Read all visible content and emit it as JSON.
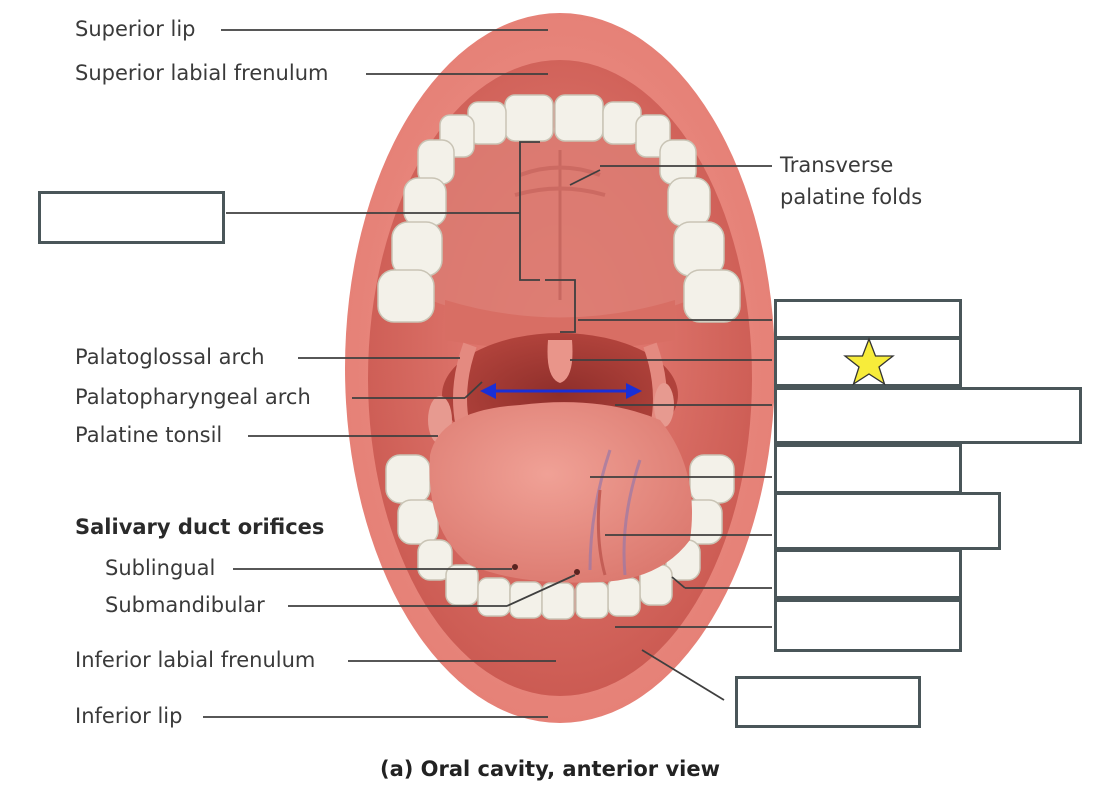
{
  "labels": {
    "superior_lip": "Superior lip",
    "superior_labial_frenulum": "Superior labial frenulum",
    "transverse_palatine_folds_1": "Transverse",
    "transverse_palatine_folds_2": "palatine folds",
    "palatoglossal_arch": "Palatoglossal arch",
    "palatopharyngeal_arch": "Palatopharyngeal arch",
    "palatine_tonsil": "Palatine tonsil",
    "salivary_duct_orifices": "Salivary duct orifices",
    "sublingual": "Sublingual",
    "submandibular": "Submandibular",
    "inferior_labial_frenulum": "Inferior labial frenulum",
    "inferior_lip": "Inferior lip"
  },
  "caption": "(a) Oral cavity, anterior view",
  "colors": {
    "lip": "#e57f76",
    "cavity": "#d9675e",
    "tongue": "#e58f85",
    "teeth": "#f3f1e9",
    "leader": "#3f3f3f",
    "box_border": "#4a5659",
    "arrow": "#1a2fd6",
    "star": "#f7ec3a"
  },
  "icons": {
    "star": "star-icon",
    "arrow": "double-headed-arrow-icon"
  }
}
